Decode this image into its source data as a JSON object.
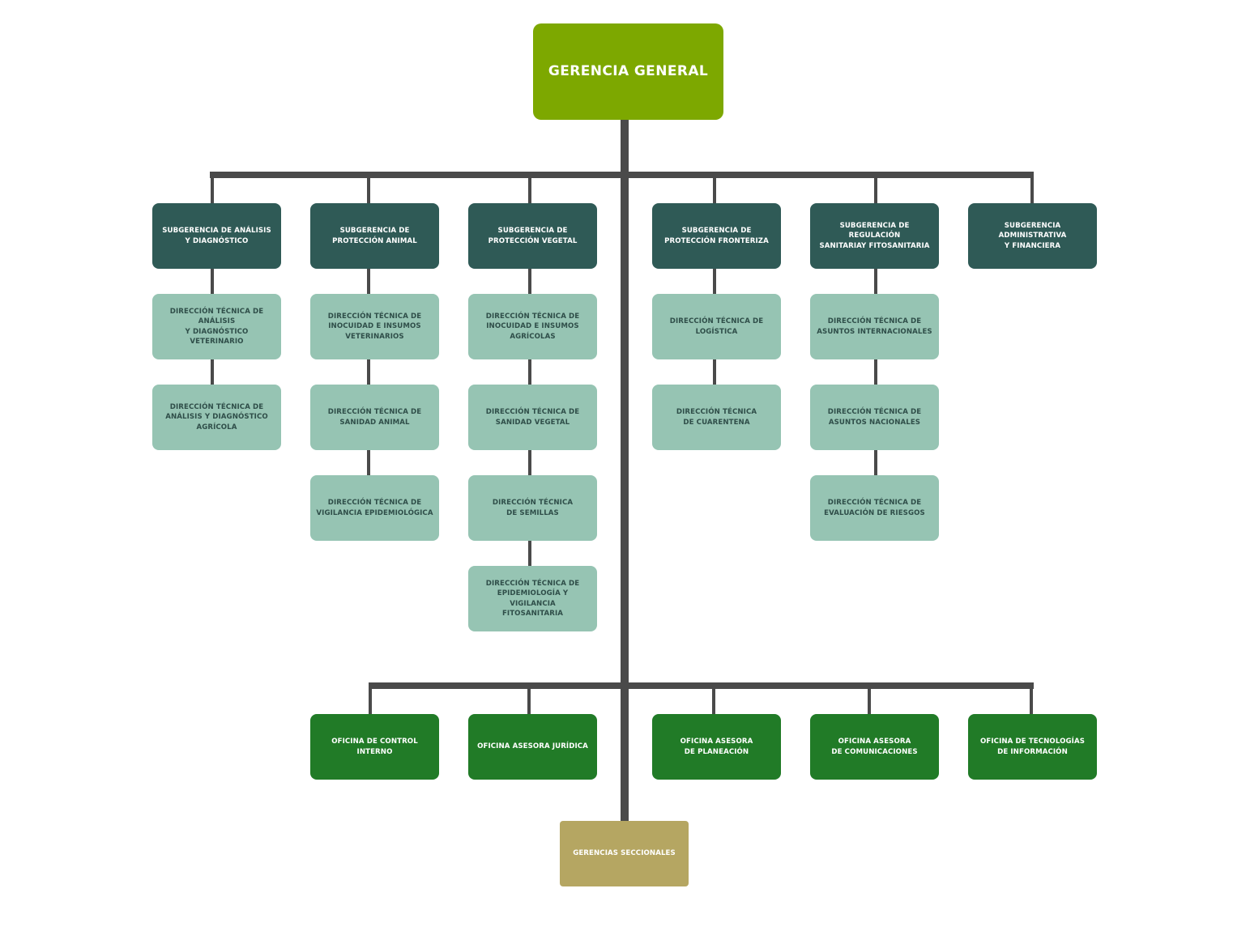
{
  "gerencia_general": "GERENCIA GENERAL",
  "subgerencias": [
    {
      "title": "SUBGERENCIA DE ANÁLISIS\nY DIAGNÓSTICO",
      "direcciones": [
        "DIRECCIÓN TÉCNICA DE ANÁLISIS\nY DIAGNÓSTICO VETERINARIO",
        "DIRECCIÓN TÉCNICA DE\nANÁLISIS Y DIAGNÓSTICO\nAGRÍCOLA"
      ]
    },
    {
      "title": "SUBGERENCIA DE\nPROTECCIÓN ANIMAL",
      "direcciones": [
        "DIRECCIÓN TÉCNICA DE\nINOCUIDAD E INSUMOS\nVETERINARIOS",
        "DIRECCIÓN TÉCNICA DE\nSANIDAD ANIMAL",
        "DIRECCIÓN TÉCNICA DE\nVIGILANCIA EPIDEMIOLÓGICA"
      ]
    },
    {
      "title": "SUBGERENCIA DE\nPROTECCIÓN VEGETAL",
      "direcciones": [
        "DIRECCIÓN TÉCNICA DE\nINOCUIDAD E INSUMOS\nAGRÍCOLAS",
        "DIRECCIÓN TÉCNICA DE\nSANIDAD VEGETAL",
        "DIRECCIÓN TÉCNICA\nDE SEMILLAS",
        "DIRECCIÓN TÉCNICA DE\nEPIDEMIOLOGÍA Y VIGILANCIA\nFITOSANITARIA"
      ]
    },
    {
      "title": "SUBGERENCIA DE\nPROTECCIÓN FRONTERIZA",
      "direcciones": [
        "DIRECCIÓN TÉCNICA DE\nLOGÍSTICA",
        "DIRECCIÓN TÉCNICA\nDE CUARENTENA"
      ]
    },
    {
      "title": "SUBGERENCIA DE REGULACIÓN\nSANITARIAY FITOSANITARIA",
      "direcciones": [
        "DIRECCIÓN TÉCNICA DE\nASUNTOS INTERNACIONALES",
        "DIRECCIÓN TÉCNICA DE\nASUNTOS NACIONALES",
        "DIRECCIÓN TÉCNICA DE\nEVALUACIÓN DE RIESGOS"
      ]
    },
    {
      "title": "SUBGERENCIA ADMINISTRATIVA\nY FINANCIERA",
      "direcciones": []
    }
  ],
  "oficinas": [
    "OFICINA DE CONTROL INTERNO",
    "OFICINA ASESORA JURÍDICA",
    "OFICINA ASESORA\nDE PLANEACIÓN",
    "OFICINA ASESORA\nDE COMUNICACIONES",
    "OFICINA DE TECNOLOGÍAS\nDE INFORMACIÓN"
  ],
  "gerencias_seccionales": "GERENCIAS SECCIONALES",
  "colors": {
    "gerencia_general": "#7da800",
    "subgerencia": "#2f5a56",
    "direccion": "#96c4b3",
    "oficina": "#217b27",
    "seccionales": "#b5a662",
    "connector": "#4a4a4a"
  }
}
